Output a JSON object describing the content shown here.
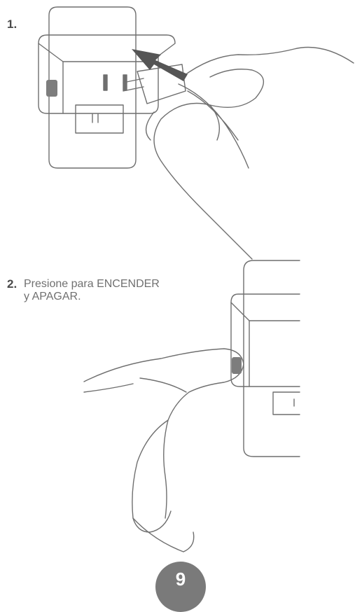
{
  "step1": {
    "number": "1."
  },
  "step2": {
    "number": "2.",
    "line1": "Presione para ENCENDER",
    "line2": "y APAGAR."
  },
  "page": {
    "number": "9"
  },
  "colors": {
    "line": "#6f6f6f",
    "arrow": "#555555",
    "button": "#7d7d7d",
    "badge": "#7a7a7a"
  },
  "icons": [
    "outlet-plug-illustration",
    "hand-pressing-button-illustration"
  ]
}
